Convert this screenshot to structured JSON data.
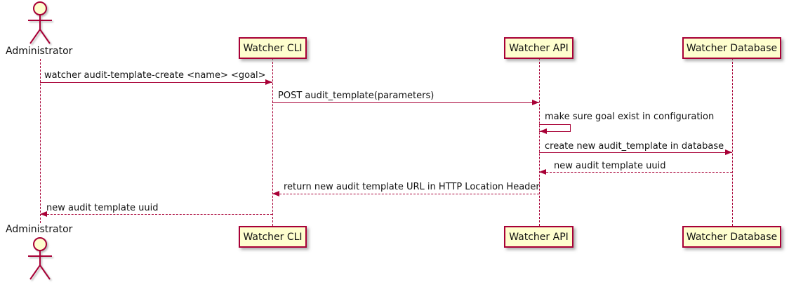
{
  "colors": {
    "accent": "#a80036",
    "participant_fill": "#fefece",
    "text": "#111111",
    "background": "#ffffff"
  },
  "actor": {
    "name": "Administrator"
  },
  "participants": [
    {
      "label": "Watcher CLI"
    },
    {
      "label": "Watcher API"
    },
    {
      "label": "Watcher Database"
    }
  ],
  "messages": [
    {
      "from": "Administrator",
      "to": "Watcher CLI",
      "line": "solid",
      "label": "watcher audit-template-create <name> <goal>"
    },
    {
      "from": "Watcher CLI",
      "to": "Watcher API",
      "line": "solid",
      "label": "POST audit_template(parameters)"
    },
    {
      "from": "Watcher API",
      "to": "Watcher API",
      "line": "solid",
      "self": true,
      "label": "make sure goal exist in configuration"
    },
    {
      "from": "Watcher API",
      "to": "Watcher Database",
      "line": "solid",
      "label": "create new audit_template in database"
    },
    {
      "from": "Watcher Database",
      "to": "Watcher API",
      "line": "dashed",
      "label": "new audit template uuid"
    },
    {
      "from": "Watcher API",
      "to": "Watcher CLI",
      "line": "dashed",
      "label": "return new audit template URL in HTTP Location Header"
    },
    {
      "from": "Watcher CLI",
      "to": "Administrator",
      "line": "dashed",
      "label": "new audit template uuid"
    }
  ]
}
